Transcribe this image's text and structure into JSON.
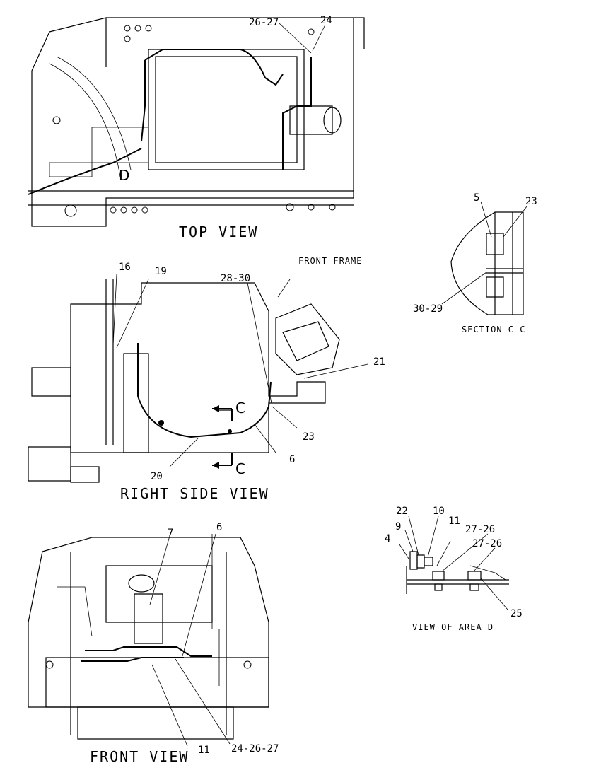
{
  "views": {
    "top": {
      "title": "TOP VIEW",
      "area_label": "D",
      "callouts": {
        "c1": "26-27",
        "c2": "24"
      }
    },
    "right_side": {
      "title": "RIGHT SIDE VIEW",
      "front_frame": "FRONT FRAME",
      "section_mark": "C",
      "callouts": {
        "c16": "16",
        "c19": "19",
        "c28": "28-30",
        "c21": "21",
        "c23": "23",
        "c6": "6",
        "c20": "20"
      }
    },
    "section_cc": {
      "title": "SECTION C-C",
      "callouts": {
        "c5": "5",
        "c23": "23",
        "c30": "30-29"
      }
    },
    "front": {
      "title": "FRONT VIEW",
      "callouts": {
        "c7": "7",
        "c6": "6",
        "c11": "11",
        "c24": "24-26-27"
      }
    },
    "area_d": {
      "title": "VIEW OF AREA D",
      "callouts": {
        "c22": "22",
        "c10": "10",
        "c9": "9",
        "c11": "11",
        "c4": "4",
        "c27a": "27-26",
        "c27b": "27-26",
        "c25": "25"
      }
    }
  }
}
